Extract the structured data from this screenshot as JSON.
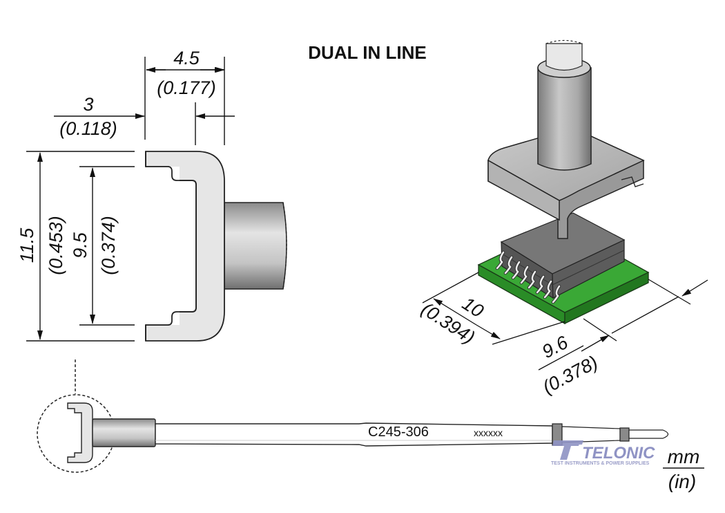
{
  "title": "DUAL IN LINE",
  "dimensions": {
    "top_width": {
      "mm": "4.5",
      "in": "(0.177)"
    },
    "offset": {
      "mm": "3",
      "in": "(0.118)"
    },
    "outer_height": {
      "mm": "11.5",
      "in": "(0.453)"
    },
    "inner_height": {
      "mm": "9.5",
      "in": "(0.374)"
    },
    "package_length": {
      "mm": "10",
      "in": "(0.394)"
    },
    "package_width": {
      "mm": "9.6",
      "in": "(0.378)"
    }
  },
  "tip": {
    "part_number": "C245-306",
    "serial": "xxxxxx"
  },
  "units": {
    "primary": "mm",
    "secondary": "(in)"
  },
  "watermark": {
    "brand": "TELONIC",
    "tagline": "TEST INSTRUMENTS & POWER SUPPLIES"
  },
  "colors": {
    "pcb_green": "#2e9a2a",
    "chip_gray": "#6e6e6e",
    "tool_gray": "#b8b8b8",
    "logo": "#8f93c4"
  }
}
